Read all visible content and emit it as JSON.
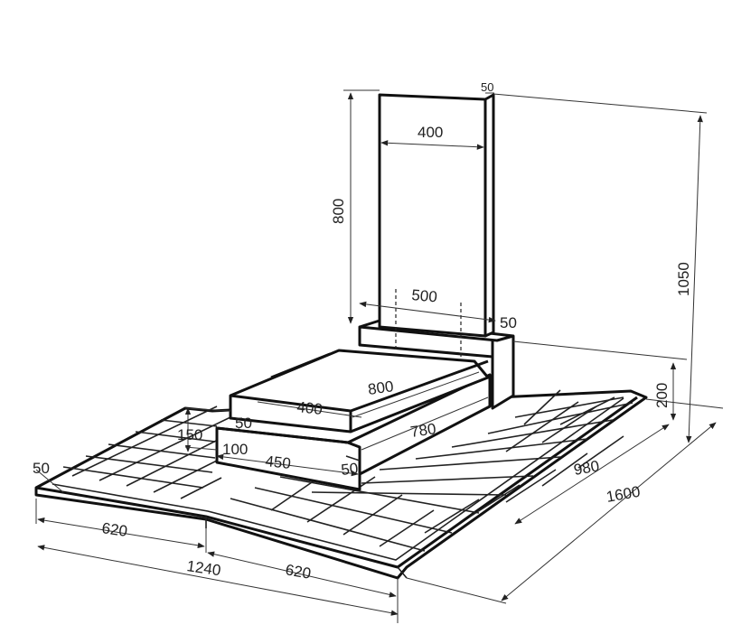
{
  "dimensions": {
    "stele_width": "400",
    "stele_thickness": "50",
    "stele_height": "800",
    "total_height": "1050",
    "pedestal_width": "500",
    "pedestal_offset": "50",
    "pedestal_height": "200",
    "flowerbed_length": "800",
    "flowerbed_top_width": "400",
    "flowerbed_step": "50",
    "flowerbed_height": "150",
    "base_step": "100",
    "base_width": "450",
    "base_length": "780",
    "base_offset": "50",
    "platform_depth_inner": "980",
    "platform_depth": "1600",
    "border": "50",
    "half_width_left": "620",
    "half_width_right": "620",
    "platform_width": "1240"
  }
}
